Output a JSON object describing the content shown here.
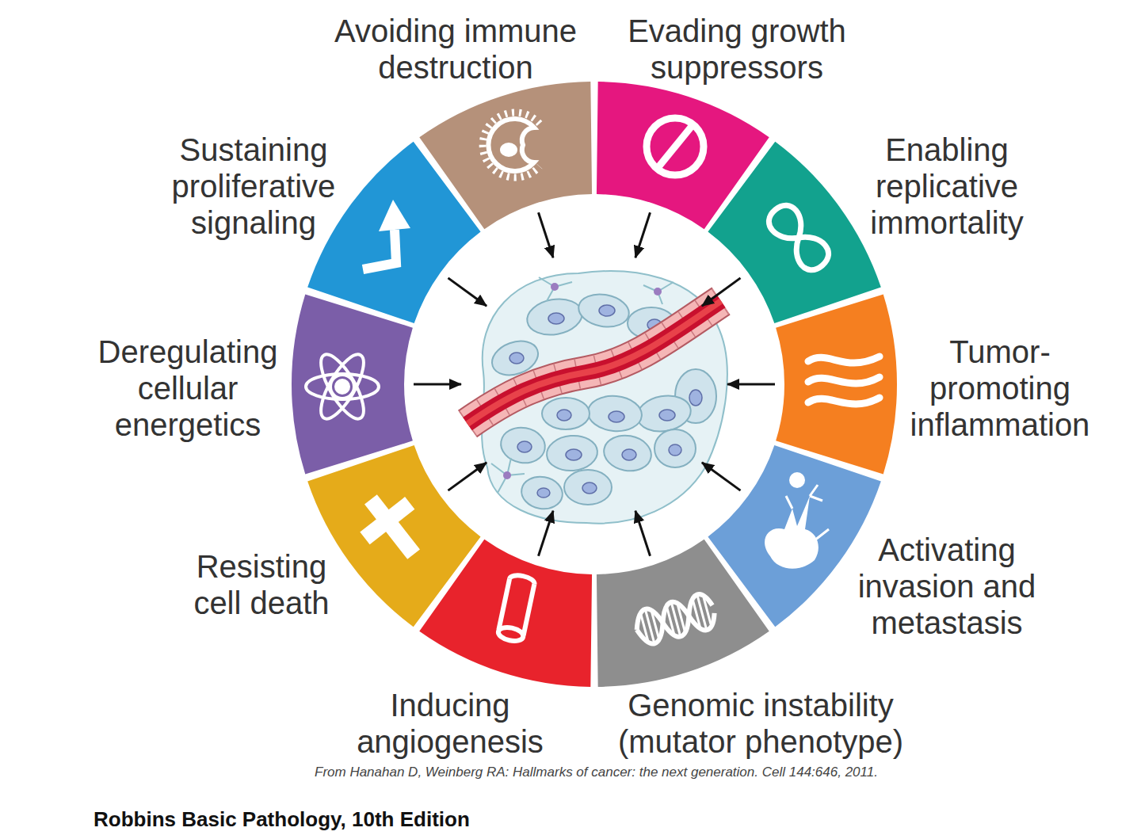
{
  "diagram": {
    "caption": "From Hanahan D, Weinberg RA: Hallmarks of cancer: the next generation. Cell 144:646, 2011.",
    "nodes": [
      {
        "text": [
          "Avoiding immune destruction"
        ]
      },
      {
        "text": [
          "Evading growth suppressors"
        ]
      },
      {
        "text": [
          "Enabling replicative immortality"
        ]
      },
      {
        "text": [
          "Tumor-promoting inflammation"
        ]
      },
      {
        "text": [
          "Activating invasion and metastasis"
        ]
      },
      {
        "text": [
          "Genomic instability (mutator phenotype)"
        ]
      },
      {
        "text": [
          "Inducing angiogenesis"
        ]
      },
      {
        "text": [
          "Resisting cell death"
        ]
      },
      {
        "text": [
          "Deregulating cellular energetics"
        ]
      },
      {
        "text": [
          "Sustaining proliferative signaling"
        ]
      }
    ],
    "labels": [
      "Robbins Basic Pathology, 10th Edition"
    ]
  }
}
